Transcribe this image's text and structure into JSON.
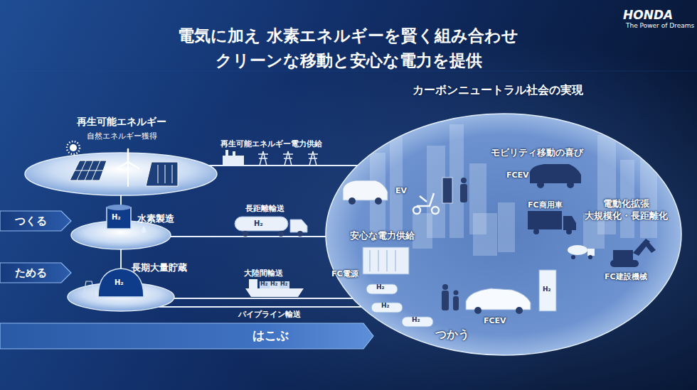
{
  "diagram": {
    "title": "電気に加え 水素エネルギーを賢く組み合わせ クリーンな移動と安心な電力を提供",
    "nodes": [
      {
        "text": [
          "再生可能エネルギー",
          "自然エネルギー獲得"
        ]
      },
      {
        "text": [
          "水素製造"
        ]
      },
      {
        "text": [
          "長期大量貯蔵"
        ]
      },
      {
        "text": [
          "カーボンニュートラル社会の実現"
        ]
      },
      {
        "text": [
          "FCEV"
        ],
        "in": 3
      },
      {
        "text": [
          "つくる"
        ]
      },
      {
        "text": [
          "ためる"
        ]
      },
      {
        "text": [
          "はこぶ"
        ]
      }
    ],
    "edges": [
      {
        "from": 0,
        "to": 3,
        "label": "再生可能エネルギー電力供給",
        "arrow": "none"
      },
      {
        "from": 1,
        "to": 3,
        "label": "長距離輸送",
        "arrow": "none"
      },
      {
        "from": 2,
        "to": 3,
        "label": "大陸間輸送",
        "arrow": "none"
      },
      {
        "from": 2,
        "to": 3,
        "label": "パイプライン輸送",
        "arrow": "none"
      },
      {
        "from": 0,
        "to": 1,
        "arrow": "none"
      },
      {
        "from": 1,
        "to": 2,
        "arrow": "none"
      }
    ],
    "labels": [
      "HONDA",
      "The Power of Dreams",
      "EV",
      "モビリティ移動の喜び",
      "FCEV",
      "FC商用車",
      "電動化拡張 大規模化・長距離化",
      "安心な電力供給",
      "FC電源",
      "FC建設機械",
      "つかう",
      "H₂",
      "H₂",
      "H₂",
      "H₂",
      "H₂",
      "H₂",
      "H₂",
      "H₂",
      "H₂",
      "H₂"
    ]
  }
}
